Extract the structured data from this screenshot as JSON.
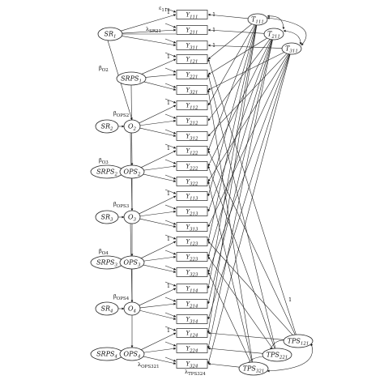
{
  "diagram": {
    "top_labels": {
      "epsilon": "ε",
      "epsilon_sub": "111",
      "lambda": "λ",
      "lambda_sub": "SR21"
    },
    "bottom_labels": {
      "lambda_ops": "λ",
      "lambda_ops_sub": "OPS321",
      "lambda_tps": "λ",
      "lambda_tps_sub": "TPS324"
    },
    "sr_nodes": [
      {
        "base": "SR",
        "sub": "1"
      },
      {
        "base": "SR",
        "sub": "2"
      },
      {
        "base": "SR",
        "sub": "3"
      },
      {
        "base": "SR",
        "sub": "4"
      }
    ],
    "srps_nodes": [
      {
        "base": "SRPS",
        "sub": "1"
      },
      {
        "base": "SRPS",
        "sub": "2"
      },
      {
        "base": "SRPS",
        "sub": "3"
      },
      {
        "base": "SRPS",
        "sub": "4"
      }
    ],
    "o_nodes": [
      {
        "base": "O",
        "sub": "2"
      },
      {
        "base": "O",
        "sub": "3"
      },
      {
        "base": "O",
        "sub": "4"
      }
    ],
    "ops_nodes": [
      {
        "base": "OPS",
        "sub": "2"
      },
      {
        "base": "OPS",
        "sub": "3"
      },
      {
        "base": "OPS",
        "sub": "4"
      }
    ],
    "beta_labels": [
      {
        "base": "β",
        "sub": "O2"
      },
      {
        "base": "β",
        "sub": "OPS2"
      },
      {
        "base": "β",
        "sub": "O3"
      },
      {
        "base": "β",
        "sub": "OPS3"
      },
      {
        "base": "β",
        "sub": "O4"
      },
      {
        "base": "β",
        "sub": "OPS4"
      }
    ],
    "t_nodes": [
      {
        "base": "T",
        "sub": "111"
      },
      {
        "base": "T",
        "sub": "211"
      },
      {
        "base": "T",
        "sub": "311"
      }
    ],
    "tps_nodes": [
      {
        "base": "TPS",
        "sub": "121"
      },
      {
        "base": "TPS",
        "sub": "221"
      },
      {
        "base": "TPS",
        "sub": "321"
      }
    ],
    "y_boxes": [
      {
        "base": "Y",
        "sub": "111"
      },
      {
        "base": "Y",
        "sub": "211"
      },
      {
        "base": "Y",
        "sub": "311"
      },
      {
        "base": "Y",
        "sub": "121"
      },
      {
        "base": "Y",
        "sub": "221"
      },
      {
        "base": "Y",
        "sub": "321"
      },
      {
        "base": "Y",
        "sub": "112"
      },
      {
        "base": "Y",
        "sub": "212"
      },
      {
        "base": "Y",
        "sub": "312"
      },
      {
        "base": "Y",
        "sub": "122"
      },
      {
        "base": "Y",
        "sub": "222"
      },
      {
        "base": "Y",
        "sub": "322"
      },
      {
        "base": "Y",
        "sub": "113"
      },
      {
        "base": "Y",
        "sub": "213"
      },
      {
        "base": "Y",
        "sub": "313"
      },
      {
        "base": "Y",
        "sub": "123"
      },
      {
        "base": "Y",
        "sub": "223"
      },
      {
        "base": "Y",
        "sub": "323"
      },
      {
        "base": "Y",
        "sub": "114"
      },
      {
        "base": "Y",
        "sub": "214"
      },
      {
        "base": "Y",
        "sub": "314"
      },
      {
        "base": "Y",
        "sub": "124"
      },
      {
        "base": "Y",
        "sub": "224"
      },
      {
        "base": "Y",
        "sub": "324"
      }
    ],
    "one_label": "1"
  }
}
